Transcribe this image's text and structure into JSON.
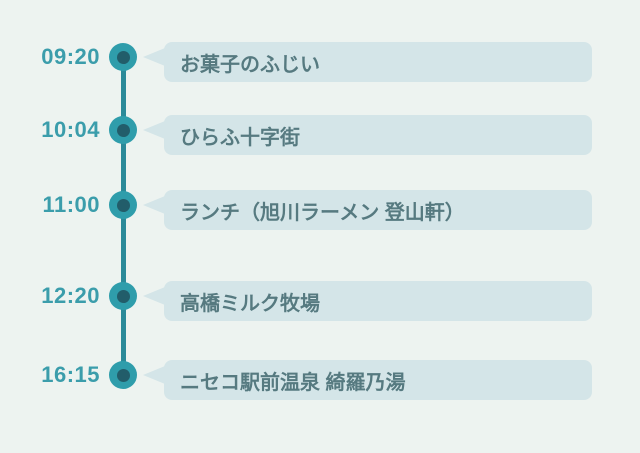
{
  "colors": {
    "page-bg": "#edf3f0",
    "bubble-bg": "#d4e5e8",
    "dot-outer": "#2f9dab",
    "dot-inner": "#225d6a",
    "line": "#2b8a99",
    "time-text": "#3b9dab",
    "label-text": "#567a80"
  },
  "timeline": {
    "items": [
      {
        "time": "09:20",
        "label": "お菓子のふじい"
      },
      {
        "time": "10:04",
        "label": "ひらふ十字街"
      },
      {
        "time": "11:00",
        "label": "ランチ（旭川ラーメン 登山軒）"
      },
      {
        "time": "12:20",
        "label": "高橋ミルク牧場"
      },
      {
        "time": "16:15",
        "label": "ニセコ駅前温泉 綺羅乃湯"
      }
    ]
  }
}
